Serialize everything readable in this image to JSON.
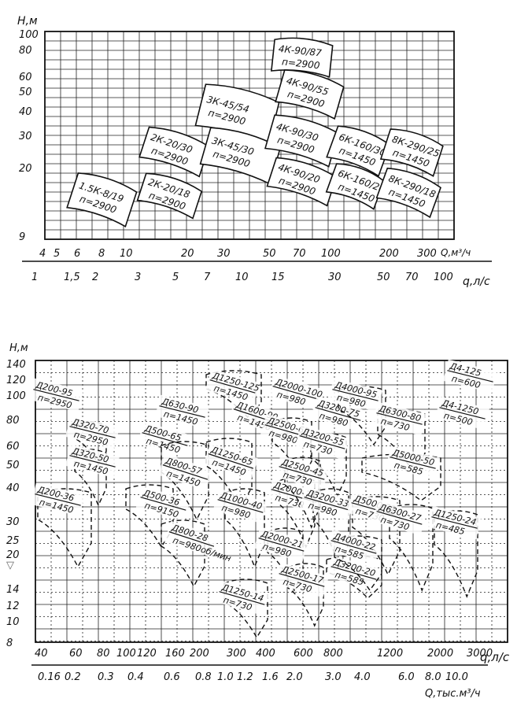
{
  "chart_data": [
    {
      "type": "area",
      "ylabel": "H,м",
      "xlabel": "Q,м³/ч",
      "x2label": "q,л/с",
      "yticks": [
        "9",
        "20",
        "30",
        "40",
        "50",
        "60",
        "80",
        "100"
      ],
      "xticks": [
        "4",
        "5",
        "6",
        "8",
        "10",
        "20",
        "30",
        "50",
        "70",
        "100",
        "200",
        "300"
      ],
      "x2ticks": [
        "1",
        "1,5",
        "2",
        "3",
        "5",
        "7",
        "10",
        "15",
        "30",
        "50",
        "70",
        "100"
      ],
      "zones": [
        {
          "label": "1.5К-8/19",
          "sub": "п=2900"
        },
        {
          "label": "2К-20/30",
          "sub": "п=2900"
        },
        {
          "label": "2К-20/18",
          "sub": "п=2900"
        },
        {
          "label": "3К-45/54",
          "sub": "п=2900"
        },
        {
          "label": "3К-45/30",
          "sub": "п=2900"
        },
        {
          "label": "4К-90/87",
          "sub": "п=2900"
        },
        {
          "label": "4К-90/55",
          "sub": "п=2900"
        },
        {
          "label": "4К-90/30",
          "sub": "п=2900"
        },
        {
          "label": "4К-90/20",
          "sub": "п=2900"
        },
        {
          "label": "6К-160/30",
          "sub": "п=1450"
        },
        {
          "label": "6К-160/20",
          "sub": "п=1450"
        },
        {
          "label": "8К-290/25",
          "sub": "п=1450"
        },
        {
          "label": "8К-290/18",
          "sub": "п=1450"
        }
      ]
    },
    {
      "type": "area",
      "ylabel": "H,м",
      "xlabel": "q,л/с",
      "x2label": "Q,тыс.м³/ч",
      "yticks": [
        "8",
        "10",
        "12",
        "14",
        "20",
        "25",
        "30",
        "40",
        "50",
        "60",
        "80",
        "100",
        "120",
        "140"
      ],
      "xticks": [
        "40",
        "60",
        "80",
        "100",
        "120",
        "160",
        "200",
        "300",
        "400",
        "600",
        "800",
        "1200",
        "2000",
        "3000"
      ],
      "x2ticks": [
        "0.16",
        "0.2",
        "0.3",
        "0.4",
        "0.6",
        "0.8",
        "1.0",
        "1.2",
        "1.6",
        "2.0",
        "3.0",
        "4.0",
        "6.0",
        "8.0",
        "10.0"
      ],
      "zones": [
        {
          "label": "Д200-95",
          "sub": "п=2950"
        },
        {
          "label": "Д320-70",
          "sub": "п=2950"
        },
        {
          "label": "Д320-50",
          "sub": "п=1450"
        },
        {
          "label": "Д200-36",
          "sub": "п=1450"
        },
        {
          "label": "Д500-65",
          "sub": "п=1450"
        },
        {
          "label": "Д630-90",
          "sub": "п=1450"
        },
        {
          "label": "Д500-36",
          "sub": "п=9150"
        },
        {
          "label": "Д800-57",
          "sub": "п=1450"
        },
        {
          "label": "Д800-28",
          "sub": "п=980об/мин"
        },
        {
          "label": "Д1250-125",
          "sub": "п=1450"
        },
        {
          "label": "Д1600-90",
          "sub": "п=1450"
        },
        {
          "label": "Д1250-65",
          "sub": "п=1450"
        },
        {
          "label": "Д1000-40",
          "sub": "п=980"
        },
        {
          "label": "Д1250-14",
          "sub": "п=730"
        },
        {
          "label": "Д2000-100",
          "sub": "п=980"
        },
        {
          "label": "Д2500-62",
          "sub": "п=980"
        },
        {
          "label": "Д2000-34",
          "sub": "п=730"
        },
        {
          "label": "Д2000-21",
          "sub": "п=980"
        },
        {
          "label": "Д2500-17",
          "sub": "п=730"
        },
        {
          "label": "Д3200-75",
          "sub": "п=980"
        },
        {
          "label": "Д3200-55",
          "sub": "п=730"
        },
        {
          "label": "Д2500-45",
          "sub": "п=730"
        },
        {
          "label": "Д3200-33",
          "sub": "п=980"
        },
        {
          "label": "Д3200-20",
          "sub": "п=585"
        },
        {
          "label": "Д4000-95",
          "sub": "п=980"
        },
        {
          "label": "Д6300-80",
          "sub": "п=730"
        },
        {
          "label": "Д5000-50",
          "sub": "п=585"
        },
        {
          "label": "Д5000-32",
          "sub": "п=730"
        },
        {
          "label": "Д4000-22",
          "sub": "п=585"
        },
        {
          "label": "Д6300-27",
          "sub": "п=730"
        },
        {
          "label": "Д4-125",
          "sub": "п=600"
        },
        {
          "label": "Д4-1250",
          "sub": "п=500"
        },
        {
          "label": "Д1250-24",
          "sub": "п=485"
        }
      ]
    }
  ]
}
